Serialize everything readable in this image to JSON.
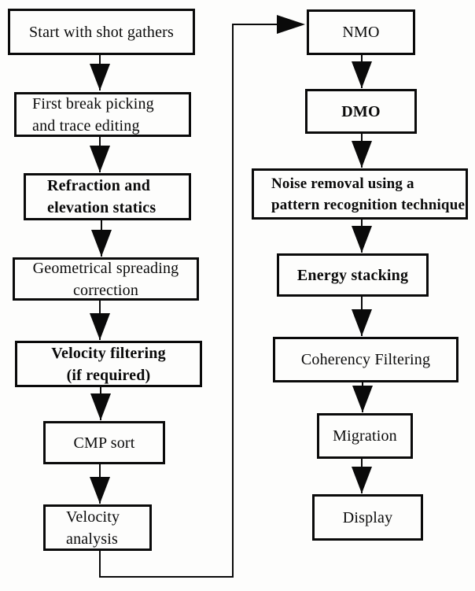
{
  "flowchart": {
    "left": [
      {
        "id": "start-with-shot-gathers",
        "lines": [
          "Start with shot gathers"
        ]
      },
      {
        "id": "first-break-picking",
        "lines": [
          "First break picking",
          "and trace editing"
        ]
      },
      {
        "id": "refraction-elevation-statics",
        "lines": [
          "Refraction and",
          "elevation statics"
        ]
      },
      {
        "id": "geometrical-spreading-correction",
        "lines": [
          "Geometrical spreading",
          "correction"
        ]
      },
      {
        "id": "velocity-filtering",
        "lines": [
          "Velocity filtering",
          "(if required)"
        ]
      },
      {
        "id": "cmp-sort",
        "lines": [
          "CMP sort"
        ]
      },
      {
        "id": "velocity-analysis",
        "lines": [
          "Velocity",
          "analysis"
        ]
      }
    ],
    "right": [
      {
        "id": "nmo",
        "lines": [
          "NMO"
        ]
      },
      {
        "id": "dmo",
        "lines": [
          "DMO"
        ]
      },
      {
        "id": "noise-removal",
        "lines": [
          "Noise removal using a",
          "pattern recognition technique"
        ]
      },
      {
        "id": "energy-stacking",
        "lines": [
          "Energy stacking"
        ]
      },
      {
        "id": "coherency-filtering",
        "lines": [
          "Coherency Filtering"
        ]
      },
      {
        "id": "migration",
        "lines": [
          "Migration"
        ]
      },
      {
        "id": "display",
        "lines": [
          "Display"
        ]
      }
    ],
    "colors": {
      "ink": "#0a0a0a",
      "paper": "#fdfdfc"
    }
  }
}
